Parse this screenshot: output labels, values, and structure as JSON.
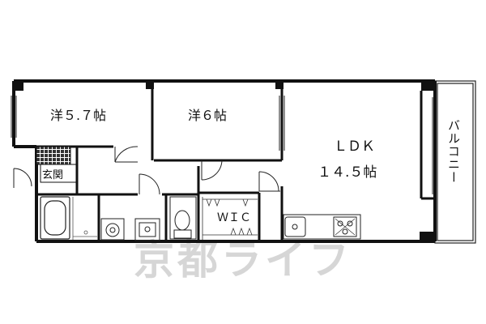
{
  "rooms": {
    "western_room_1": "洋５.７帖",
    "western_room_2": "洋６帖",
    "ldk_title": "ＬＤＫ",
    "ldk_size": "１４.５帖",
    "entrance": "玄関",
    "walk_in_closet": "ＷＩＣ",
    "balcony": "バルコニー"
  },
  "watermark": "京都ライフ",
  "colors": {
    "wall": "#111111",
    "line": "#222222",
    "watermark": "#d6d6d6"
  }
}
